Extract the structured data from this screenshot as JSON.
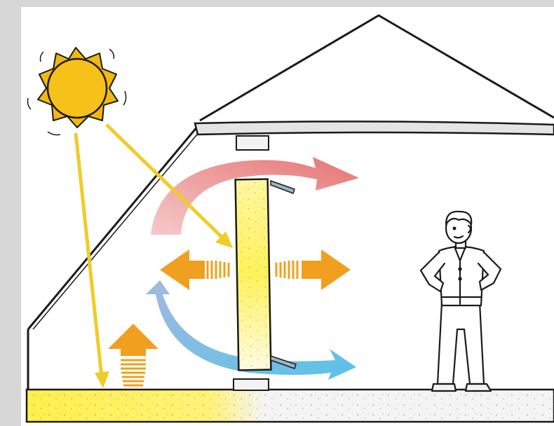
{
  "scene": {
    "title": "",
    "colors": {
      "background_frame": "#d7d7d7",
      "paper": "#ffffff",
      "outline": "#1a1a1a",
      "sun_fill": "#f6c21a",
      "sun_ray": "#f2b80f",
      "sunlight_arrow": "#f0cc28",
      "radiant_heat_arrow": "#f0a01e",
      "warm_air_arrow": "#e46e6e",
      "cool_air_arrow": "#4fbfe8",
      "thermal_mass_glow": "#fff25a",
      "roof_beam": "#e4e4e4",
      "slab": "#f4f4f4"
    },
    "icons": [
      "sun-icon",
      "person-icon",
      "house-icon"
    ],
    "elements": [
      "sun",
      "house-roof",
      "sloped-glazing",
      "thermal-mass-wall",
      "floor-slab",
      "sunlight-ray-to-floor",
      "sunlight-ray-to-wall",
      "warm-air-flow",
      "cool-air-flow",
      "radiant-heat-left",
      "radiant-heat-right",
      "radiant-heat-up-from-floor",
      "standing-person"
    ]
  }
}
